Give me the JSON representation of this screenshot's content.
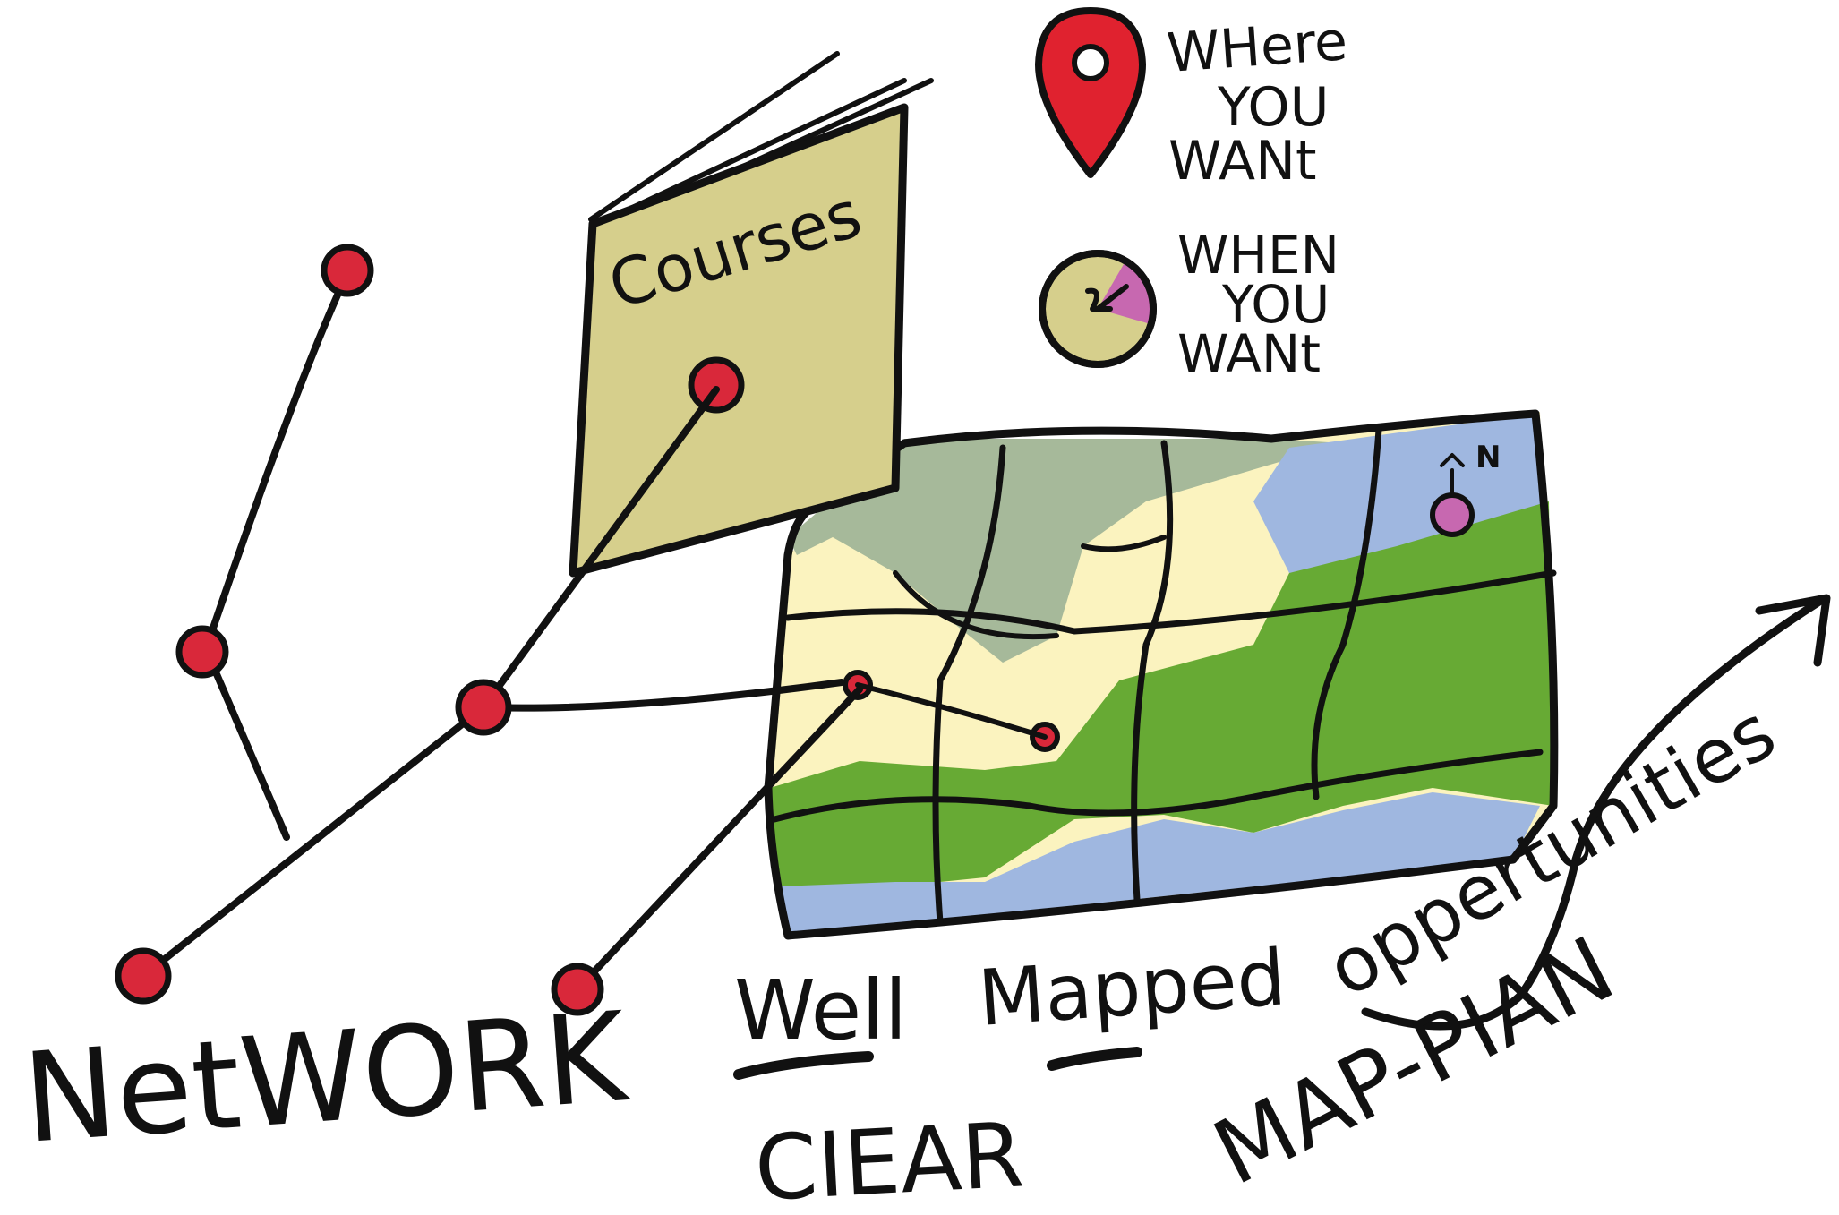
{
  "labels": {
    "network": "NetWORK",
    "courses": "Courses",
    "where_line1": "WHere",
    "where_line2": "YOU",
    "where_line3": "WANt",
    "when_line1": "WHEN",
    "when_line2": "YOU",
    "when_line3": "WANt",
    "compass_n": "N",
    "well": "Well",
    "mapped": "Mapped",
    "opportunities": "oppertunities",
    "clear": "CIEAR",
    "map_plan": "MAP-PIAN"
  },
  "icons": {
    "location_pin": "map-pin-icon",
    "clock": "clock-icon",
    "compass": "compass-north-icon",
    "book": "book-icon",
    "map": "folded-map-icon",
    "arrow": "curved-arrow-icon"
  },
  "colors": {
    "ink": "#111111",
    "node_red": "#d9283a",
    "pin_red": "#e0222f",
    "book_khaki": "#d6cf8c",
    "clock_khaki": "#d6cf8c",
    "magenta": "#c768b0",
    "map_sage": "#a6b99a",
    "map_cream": "#fbf3bf",
    "map_green": "#67aa34",
    "map_blue": "#9fb7e0"
  }
}
